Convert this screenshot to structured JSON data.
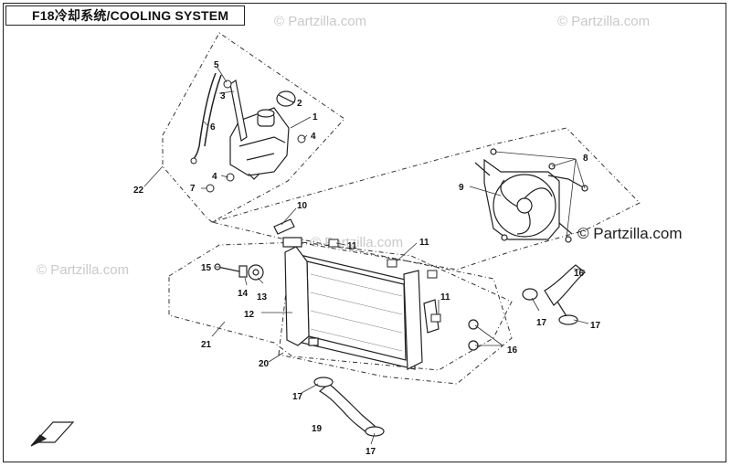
{
  "title": "F18冷却系统/COOLING SYSTEM",
  "watermark": "© Partzilla.com",
  "brand": "© Partzilla.com",
  "callouts": {
    "c1": "1",
    "c2": "2",
    "c3": "3",
    "c4a": "4",
    "c4b": "4",
    "c5": "5",
    "c6": "6",
    "c7": "7",
    "c8": "8",
    "c9": "9",
    "c10": "10",
    "c11a": "11",
    "c11b": "11",
    "c11c": "11",
    "c12": "12",
    "c13": "13",
    "c14": "14",
    "c15": "15",
    "c16a": "16",
    "c16b": "16",
    "c17a": "17",
    "c17b": "17",
    "c17c": "17",
    "c17d": "17",
    "c19": "19",
    "c20": "20",
    "c21": "21",
    "c22": "22"
  }
}
